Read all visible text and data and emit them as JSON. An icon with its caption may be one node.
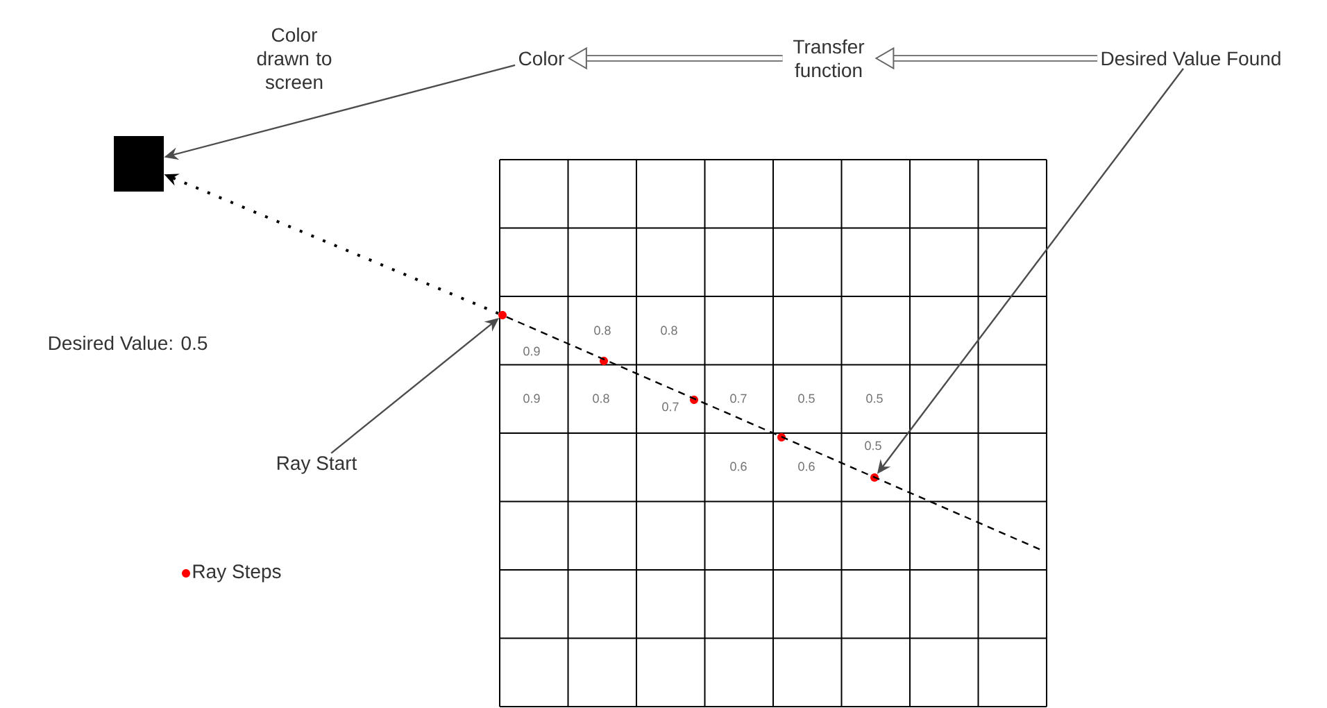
{
  "diagram": {
    "nodes": [
      {
        "text": [],
        "shape": "box"
      },
      {
        "text": [
          "Color"
        ]
      },
      {
        "text": [
          "Transfer function"
        ]
      },
      {
        "text": [
          "Desired Value Found"
        ]
      },
      {
        "text": [
          "Ray Start"
        ]
      },
      {
        "text": [],
        "shape": "circle"
      },
      {
        "text": [],
        "shape": "circle"
      }
    ],
    "edges": [
      {
        "from": 1,
        "to": 0,
        "arrow": "to"
      },
      {
        "from": 2,
        "to": 1,
        "arrow": "to",
        "style": "thick"
      },
      {
        "from": 3,
        "to": 2,
        "arrow": "to",
        "style": "thick"
      },
      {
        "from": 5,
        "to": 0,
        "arrow": "to",
        "style": "dashed"
      },
      {
        "from": 5,
        "to": null,
        "arrow": "none",
        "style": "dashed"
      },
      {
        "from": 4,
        "to": 5,
        "arrow": "to"
      },
      {
        "from": 3,
        "to": 6,
        "arrow": "to"
      }
    ],
    "labels": [
      "Color drawn to screen",
      "Desired Value: 0.5",
      "0.8",
      "0.8",
      "0.9",
      "0.9",
      "0.8",
      "0.7",
      "0.7",
      "0.5",
      "0.5",
      "0.5",
      "0.6",
      "0.6"
    ],
    "legend": [
      {
        "text": "Ray Steps",
        "color": "#ff0000"
      }
    ]
  }
}
